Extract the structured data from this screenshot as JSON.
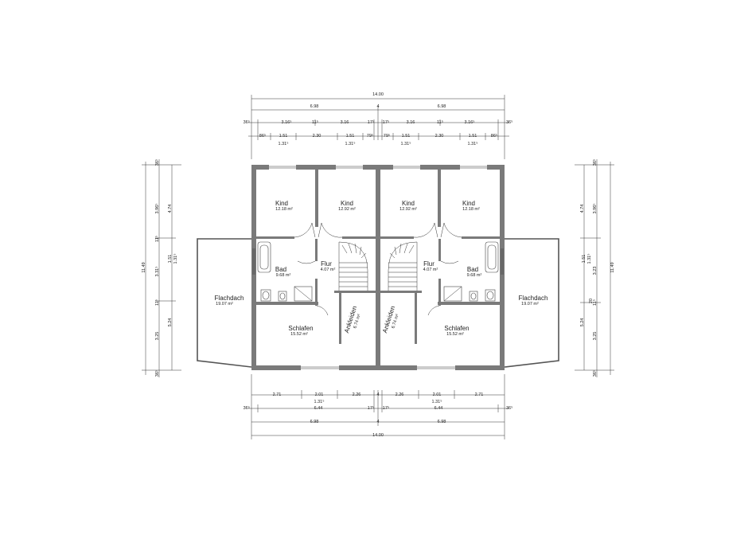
{
  "rooms": {
    "kind_l_out": {
      "name": "Kind",
      "area": "12.18 m²"
    },
    "kind_l_in": {
      "name": "Kind",
      "area": "12.92 m²"
    },
    "kind_r_in": {
      "name": "Kind",
      "area": "12.92 m²"
    },
    "kind_r_out": {
      "name": "Kind",
      "area": "12.18 m²"
    },
    "bad_l": {
      "name": "Bad",
      "area": "9.68 m²"
    },
    "bad_r": {
      "name": "Bad",
      "area": "9.68 m²"
    },
    "flur_l": {
      "name": "Flur",
      "area": "4.07 m²"
    },
    "flur_r": {
      "name": "Flur",
      "area": "4.07 m²"
    },
    "flachdach_l": {
      "name": "Flachdach",
      "area": "19.07 m²"
    },
    "flachdach_r": {
      "name": "Flachdach",
      "area": "19.07 m²"
    },
    "schlafen_l": {
      "name": "Schlafen",
      "area": "15.52 m²"
    },
    "schlafen_r": {
      "name": "Schlafen",
      "area": "15.52 m²"
    },
    "ankleiden_l": {
      "name": "Ankleiden",
      "area": "6.74 m²"
    },
    "ankleiden_r": {
      "name": "Ankleiden",
      "area": "6.74 m²"
    }
  },
  "dims": {
    "top_total": "14.00",
    "top_half_l": "6.98",
    "top_half_mid": "4",
    "top_half_r": "6.98",
    "top_r1": [
      "36⁵",
      "3.16⁵",
      "11⁵",
      "3.16",
      "17⁵",
      "17⁵",
      "3.16",
      "11⁵",
      "3.16⁵",
      "36⁵"
    ],
    "top_r2": [
      "86⁵",
      "1.51",
      "2.30",
      "1.51",
      "79⁵",
      "79⁵",
      "1.51",
      "2.30",
      "1.51",
      "86⁵"
    ],
    "top_r2_sub": [
      "1.31⁵",
      "1.31⁵",
      "1.31⁵",
      "1.31⁵"
    ],
    "bot_r1": [
      "2.71",
      "2.01",
      "2.26",
      "4",
      "2.26",
      "2.01",
      "2.71"
    ],
    "bot_r1_sub": [
      "1.31⁵",
      "1.31⁵"
    ],
    "bot_r2": [
      "36⁵",
      "6.44",
      "17⁵",
      "17⁵",
      "6.44",
      "36⁵"
    ],
    "bot_half_l": "6.98",
    "bot_half_mid": "4",
    "bot_half_r": "6.98",
    "bot_total": "14.00",
    "left_total": "11.49",
    "left_r1": [
      "36⁵",
      "3.96⁵",
      "11⁵",
      "3.31⁵",
      "11⁵",
      "3.25",
      "36⁵"
    ],
    "left_r2": [
      "4.74",
      "1.51",
      "1.31⁵",
      "5.24"
    ],
    "right_total": "11.49",
    "right_r1": [
      "36⁵",
      "3.96⁵",
      "1.51",
      "11⁵",
      "3.25",
      "36⁵"
    ],
    "right_r2": [
      "4.74",
      "1.31⁵",
      "3.23",
      "20",
      "5.24"
    ]
  }
}
